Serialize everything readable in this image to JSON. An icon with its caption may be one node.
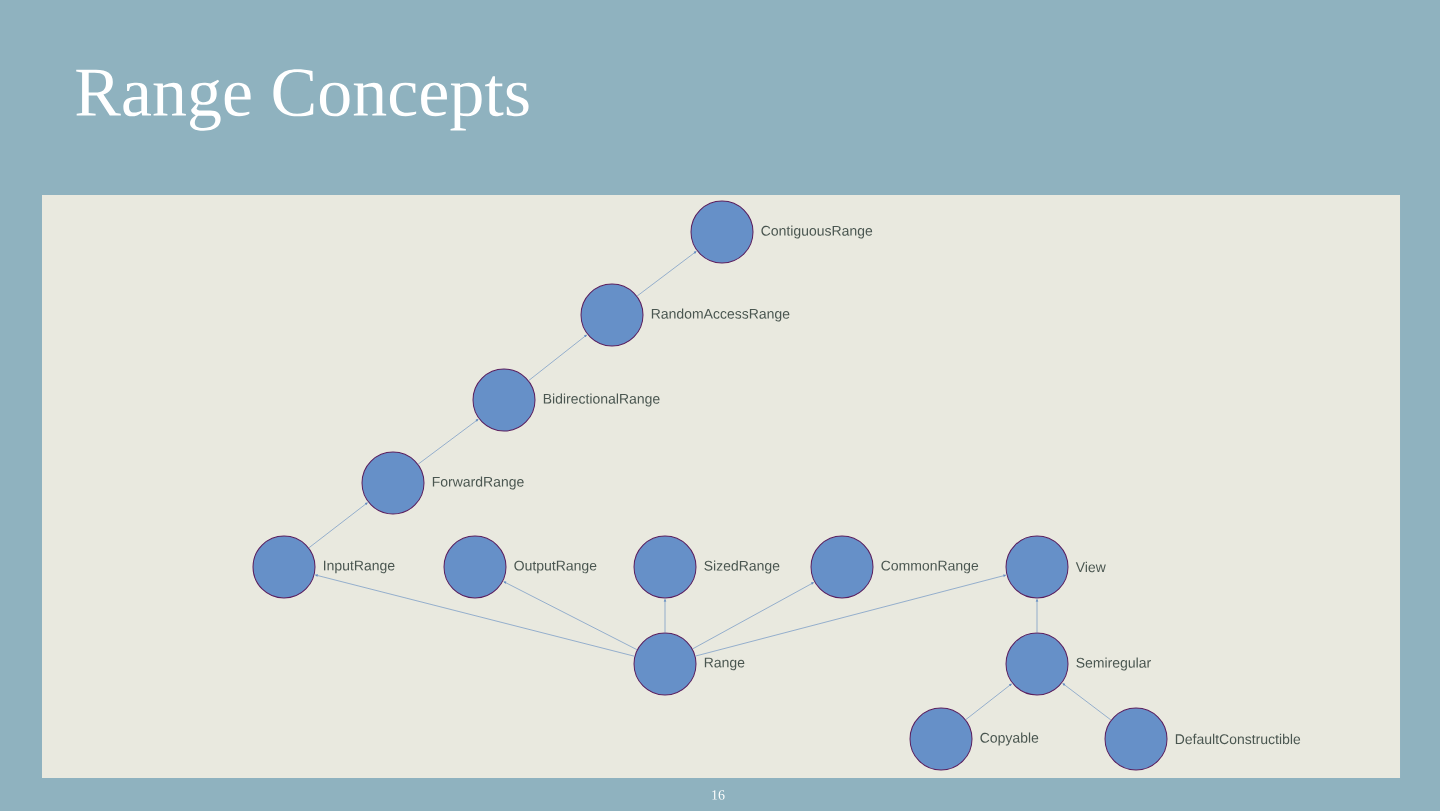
{
  "diagram": {
    "title": "Range Concepts",
    "nodes": [
      {
        "text": [],
        "shape": "circle",
        "beside": [
          "ContiguousRange"
        ]
      },
      {
        "text": [],
        "shape": "circle",
        "beside": [
          "RandomAccessRange"
        ]
      },
      {
        "text": [],
        "shape": "circle",
        "beside": [
          "BidirectionalRange"
        ]
      },
      {
        "text": [],
        "shape": "circle",
        "beside": [
          "ForwardRange"
        ]
      },
      {
        "text": [],
        "shape": "circle",
        "beside": [
          "InputRange"
        ]
      },
      {
        "text": [],
        "shape": "circle",
        "beside": [
          "OutputRange"
        ]
      },
      {
        "text": [],
        "shape": "circle",
        "beside": [
          "SizedRange"
        ]
      },
      {
        "text": [],
        "shape": "circle",
        "beside": [
          "CommonRange"
        ]
      },
      {
        "text": [],
        "shape": "circle",
        "beside": [
          "View"
        ]
      },
      {
        "text": [],
        "shape": "circle",
        "beside": [
          "Range"
        ]
      },
      {
        "text": [],
        "shape": "circle",
        "beside": [
          "Semiregular"
        ]
      },
      {
        "text": [],
        "shape": "circle",
        "beside": [
          "Copyable"
        ]
      },
      {
        "text": [],
        "shape": "circle",
        "beside": [
          "DefaultConstructible"
        ]
      }
    ],
    "edges": [
      {
        "from": 1,
        "to": 0,
        "arrow": "to"
      },
      {
        "from": 2,
        "to": 1,
        "arrow": "to"
      },
      {
        "from": 3,
        "to": 2,
        "arrow": "to"
      },
      {
        "from": 4,
        "to": 3,
        "arrow": "to"
      },
      {
        "from": 9,
        "to": 4,
        "arrow": "to"
      },
      {
        "from": 9,
        "to": 5,
        "arrow": "to"
      },
      {
        "from": 9,
        "to": 6,
        "arrow": "to"
      },
      {
        "from": 9,
        "to": 7,
        "arrow": "to"
      },
      {
        "from": 9,
        "to": 8,
        "arrow": "to"
      },
      {
        "from": 10,
        "to": 8,
        "arrow": "to"
      },
      {
        "from": 11,
        "to": 10,
        "arrow": "to"
      },
      {
        "from": 12,
        "to": 10,
        "arrow": "to"
      }
    ],
    "labels": [
      "16"
    ]
  }
}
